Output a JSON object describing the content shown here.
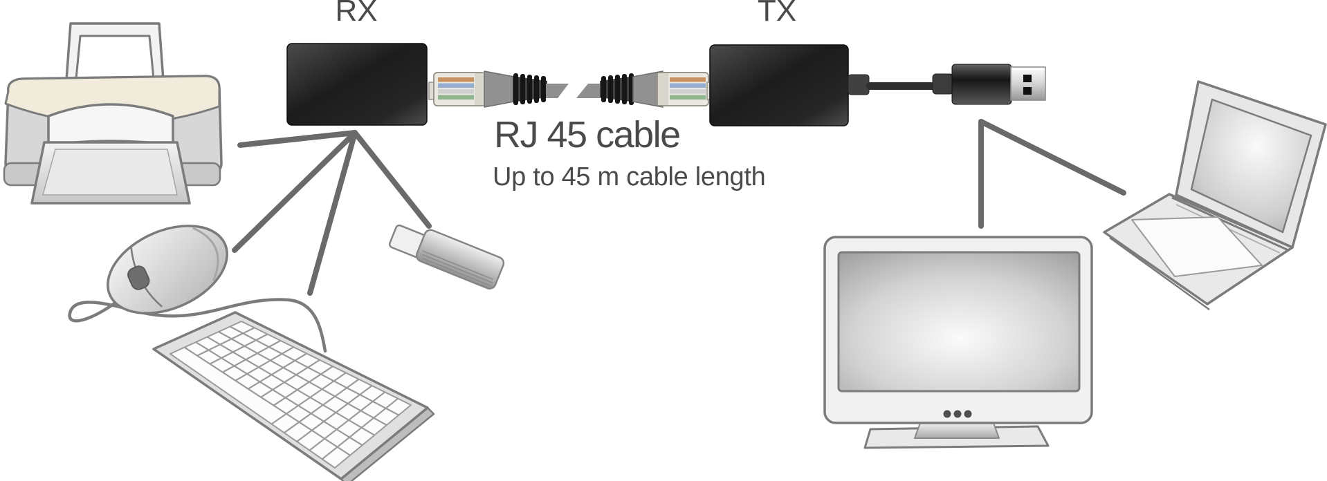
{
  "labels": {
    "rx": "RX",
    "tx": "TX",
    "cable_title": "RJ 45 cable",
    "cable_subtitle": "Up to 45 m cable length"
  },
  "colors": {
    "background": "#ffffff",
    "label_text": "#4a4a4a",
    "connection_line": "#6a6a6a",
    "extender_box": "#1c1c1c",
    "sketch_outline": "#7b7b7b"
  },
  "icons": {
    "rx_side_devices": [
      "printer-icon",
      "mouse-icon",
      "keyboard-icon",
      "usb-dongle-icon"
    ],
    "tx_side_devices": [
      "monitor-icon",
      "laptop-icon"
    ],
    "link_parts": [
      "rj45-plug-icon",
      "rj45-plug-icon",
      "usb-a-plug-icon"
    ]
  }
}
